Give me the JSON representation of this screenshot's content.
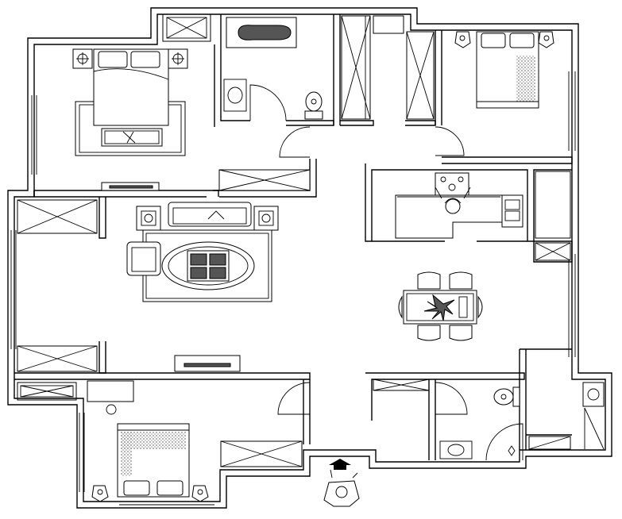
{
  "plan": {
    "type": "residential-floor-plan",
    "colors": {
      "line": "#000000",
      "background": "#ffffff"
    },
    "rooms": [
      "master-bedroom",
      "bathroom",
      "wardrobe-corridor",
      "bedroom-northeast",
      "living-room",
      "kitchen",
      "dining-area",
      "bedroom-southwest",
      "bathroom-small",
      "entrance"
    ],
    "icons": [
      "entrance-arrow-icon",
      "person-figure-icon",
      "plant-icon"
    ]
  }
}
